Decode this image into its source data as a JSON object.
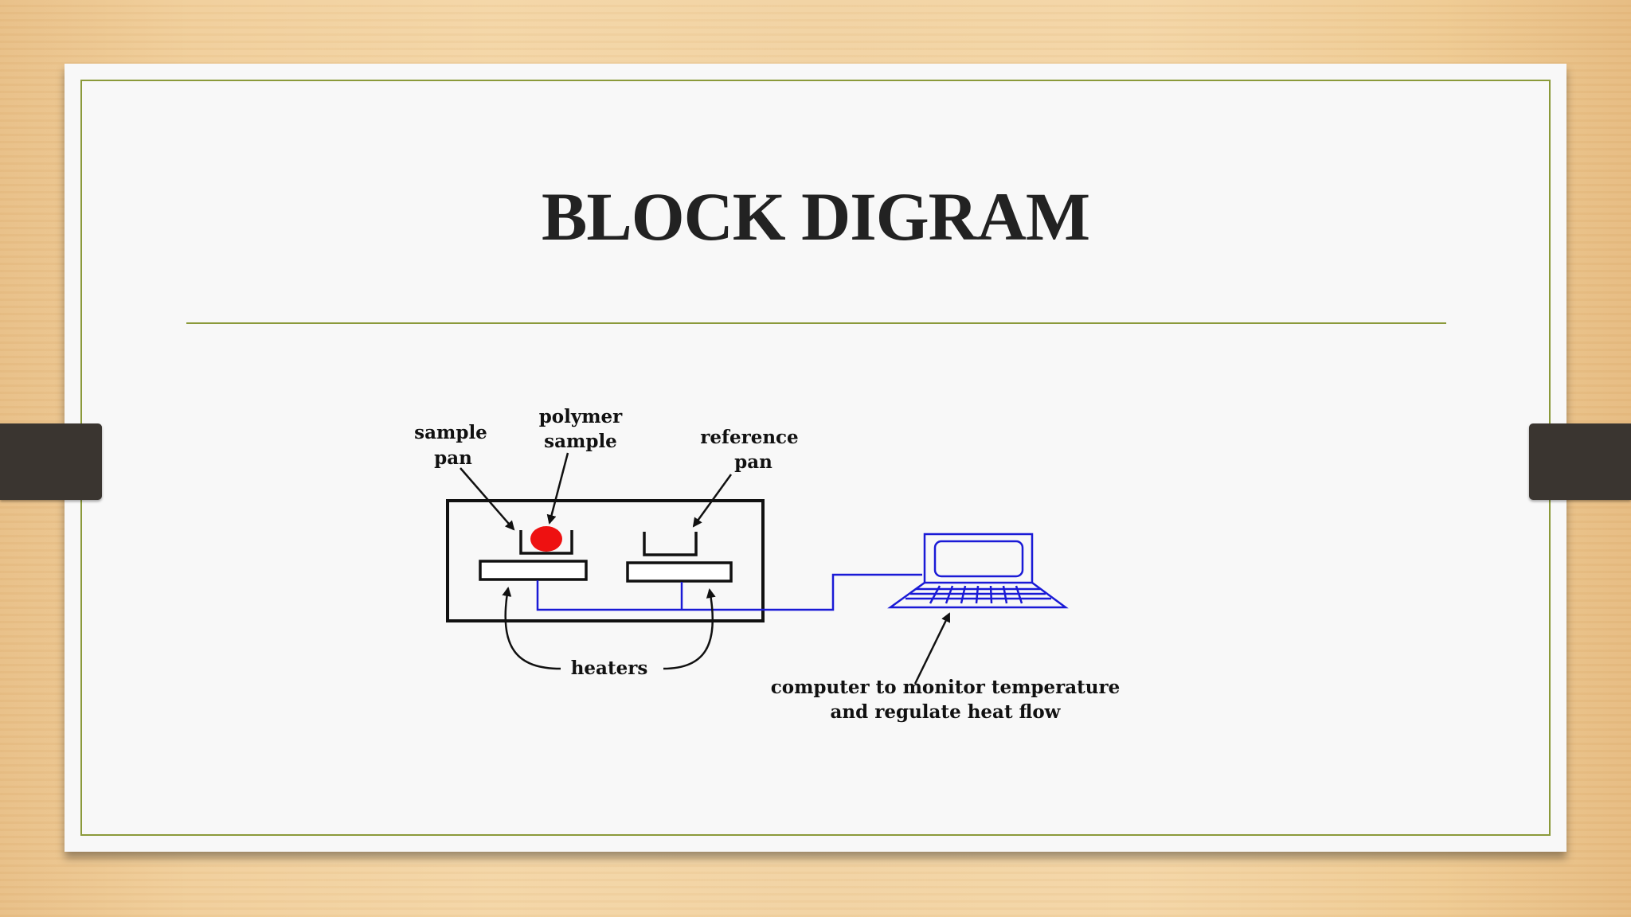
{
  "slide": {
    "title": "BLOCK DIGRAM"
  },
  "diagram": {
    "labels": {
      "sample_pan": [
        "sample",
        "pan"
      ],
      "polymer_sample": [
        "polymer",
        "sample"
      ],
      "reference_pan": [
        "reference",
        "pan"
      ],
      "heaters": "heaters",
      "computer": [
        "computer to monitor temperature",
        "and regulate heat flow"
      ]
    },
    "colors": {
      "outline": "#111111",
      "wiring": "#1a1ad6",
      "polymer": "#ee1111",
      "frame": "#8b9a3a"
    },
    "icons": [
      "laptop-icon"
    ]
  }
}
